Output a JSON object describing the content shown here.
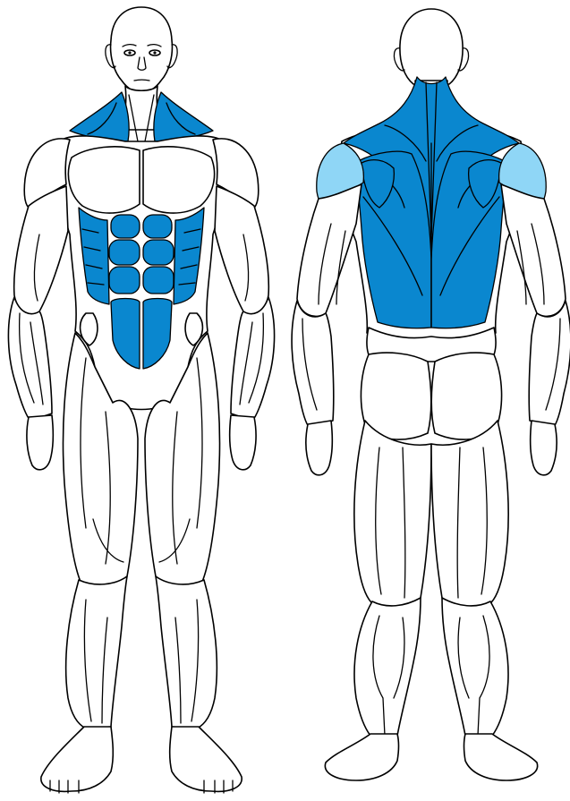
{
  "figure": {
    "views": [
      "front",
      "back"
    ],
    "colors": {
      "background": "#ffffff",
      "outline": "#000000",
      "muscle_fill": "#ffffff",
      "primary_highlight": "#0a87cf",
      "secondary_highlight": "#8fd6f6"
    },
    "highlighted_muscles": {
      "primary": [
        "trapezius-front",
        "rectus-abdominis",
        "serratus-obliques",
        "trapezius-back",
        "latissimus-dorsi",
        "rhomboids"
      ],
      "secondary": [
        "rear-deltoid"
      ]
    }
  }
}
